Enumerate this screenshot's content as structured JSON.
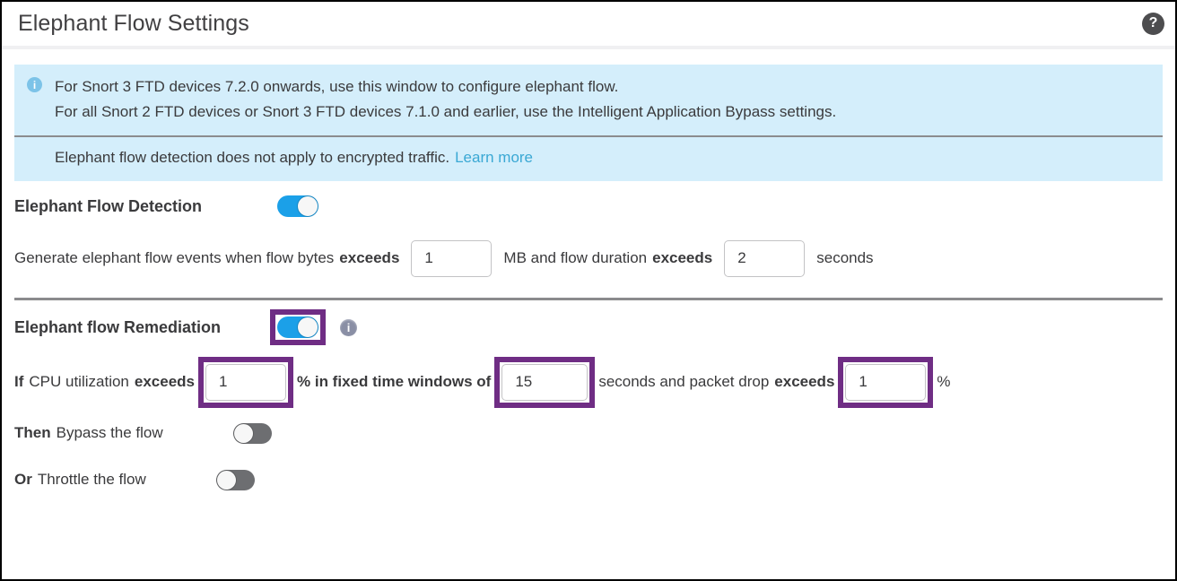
{
  "window": {
    "title": "Elephant Flow Settings",
    "help_icon": "help-circle-icon",
    "help_glyph": "?"
  },
  "banner": {
    "icon": "info-circle-icon",
    "icon_glyph": "i",
    "line1": "For Snort 3 FTD devices 7.2.0 onwards, use this window to configure elephant flow.",
    "line2": "For all Snort 2 FTD devices or Snort 3 FTD devices 7.1.0 and earlier, use the Intelligent Application Bypass settings.",
    "line3": "Elephant flow detection does not apply to encrypted traffic.",
    "link_label": "Learn more",
    "bg_color": "#d4eefb",
    "link_color": "#3aa8d4"
  },
  "detection": {
    "label": "Elephant Flow Detection",
    "toggle_state": "on",
    "toggle_color": "#1ba0e8"
  },
  "generate_rule": {
    "text_before_bytes": "Generate elephant flow events when flow bytes",
    "exceeds_1": "exceeds",
    "bytes_value": "1",
    "text_mb": "MB and flow duration",
    "exceeds_2": "exceeds",
    "duration_value": "2",
    "text_seconds": "seconds"
  },
  "remediation": {
    "label": "Elephant flow Remediation",
    "toggle_state": "on",
    "info_icon": "info-circle-icon",
    "info_glyph": "i",
    "highlight_color": "#6f2d84"
  },
  "cpu_rule": {
    "if_label": "If",
    "cpu_text": "CPU utilization",
    "exceeds_1": "exceeds",
    "cpu_value": "1",
    "percent_fixed_text": "% in fixed time windows of",
    "window_value": "15",
    "seconds_packet_text": "seconds and packet drop",
    "exceeds_2": "exceeds",
    "drop_value": "1",
    "percent_suffix": "%"
  },
  "actions": [
    {
      "prefix": "Then",
      "label": "Bypass the flow",
      "toggle_state": "off",
      "name": "bypass-the-flow-toggle"
    },
    {
      "prefix": "Or",
      "label": "Throttle the flow",
      "toggle_state": "off",
      "name": "throttle-the-flow-toggle"
    }
  ]
}
